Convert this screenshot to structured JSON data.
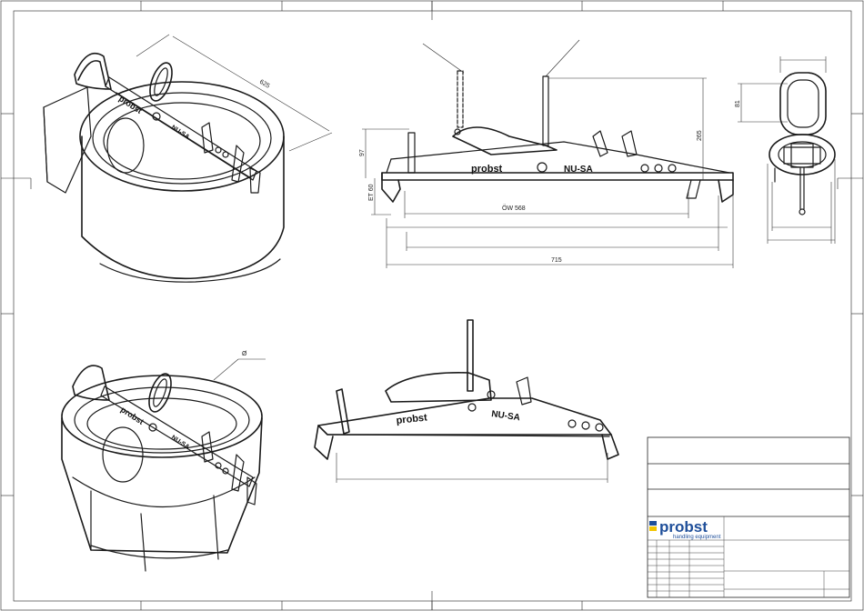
{
  "views": {
    "front": {
      "brand_text": "probst",
      "model_text": "NU-SA",
      "dims": {
        "height_97": "97",
        "et_60": "ET 60",
        "ow_568": "ÖW 568",
        "width_715": "715",
        "height_265": "265"
      }
    },
    "side": {
      "dims": {
        "ring_81": "81"
      }
    },
    "iso_top": {
      "brand_text": "probst",
      "model_text": "NU-SA",
      "dims": {
        "length_625": "625"
      }
    },
    "iso_bottom": {
      "brand_text": "probst",
      "model_text": "NU-SA",
      "dims": {
        "diameter": "Ø"
      }
    },
    "perspective": {
      "brand_text": "probst",
      "model_text": "NU-SA"
    }
  },
  "title_block": {
    "logo_text": "probst",
    "logo_subtext": "handling equipment",
    "colors": {
      "logo_blue": "#1f4f9a",
      "logo_yellow": "#f2c500"
    }
  }
}
